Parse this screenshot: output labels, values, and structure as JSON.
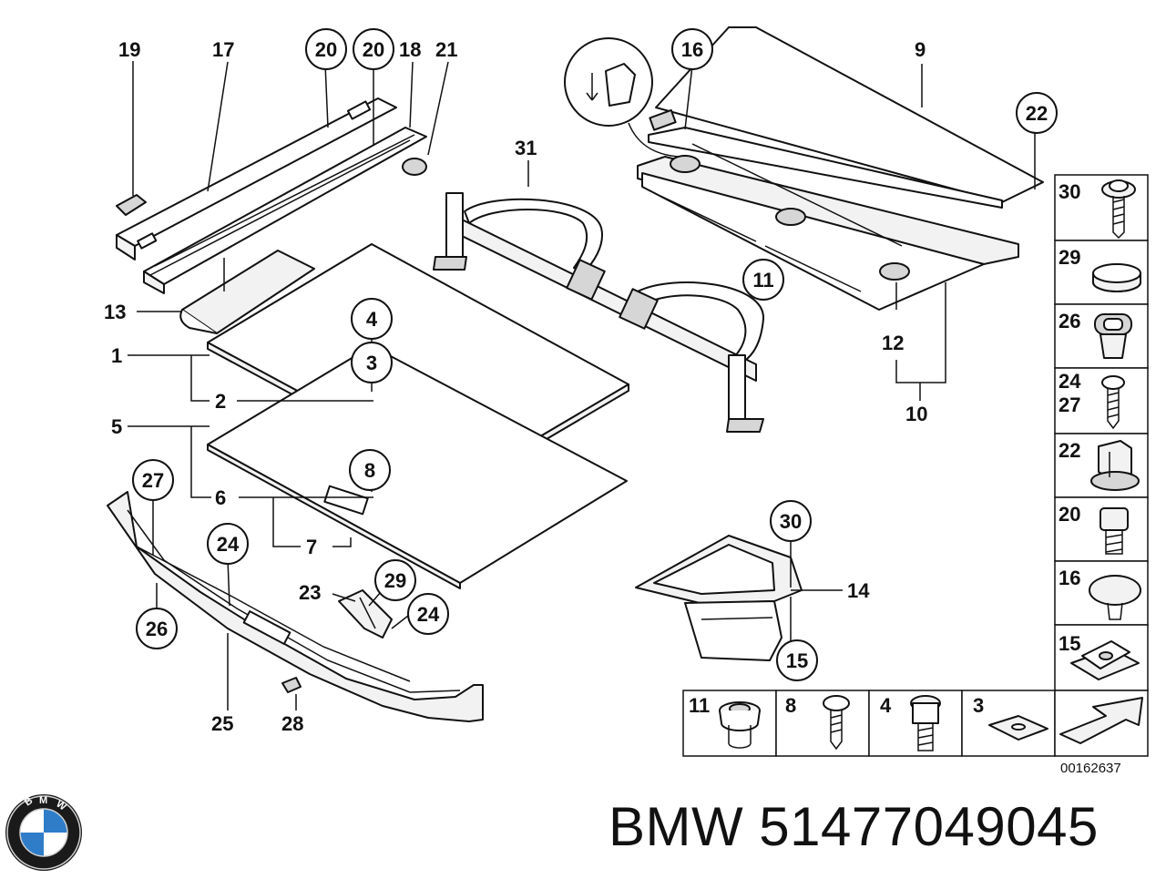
{
  "diagram": {
    "drawing_number": "00162637",
    "callouts_plain": [
      {
        "id": "c19",
        "text": "19"
      },
      {
        "id": "c17",
        "text": "17"
      },
      {
        "id": "c18",
        "text": "18"
      },
      {
        "id": "c21",
        "text": "21"
      },
      {
        "id": "c9",
        "text": "9"
      },
      {
        "id": "c31",
        "text": "31"
      },
      {
        "id": "c13",
        "text": "13"
      },
      {
        "id": "c1",
        "text": "1"
      },
      {
        "id": "c2",
        "text": "2"
      },
      {
        "id": "c5",
        "text": "5"
      },
      {
        "id": "c6",
        "text": "6"
      },
      {
        "id": "c7",
        "text": "7"
      },
      {
        "id": "c12",
        "text": "12"
      },
      {
        "id": "c10",
        "text": "10"
      },
      {
        "id": "c14",
        "text": "14"
      },
      {
        "id": "c23",
        "text": "23"
      },
      {
        "id": "c25",
        "text": "25"
      },
      {
        "id": "c28",
        "text": "28"
      }
    ],
    "callouts_circled": [
      {
        "id": "k20a",
        "text": "20"
      },
      {
        "id": "k20b",
        "text": "20"
      },
      {
        "id": "k16",
        "text": "16"
      },
      {
        "id": "k22",
        "text": "22"
      },
      {
        "id": "k11",
        "text": "11"
      },
      {
        "id": "k4",
        "text": "4"
      },
      {
        "id": "k3",
        "text": "3"
      },
      {
        "id": "k8",
        "text": "8"
      },
      {
        "id": "k27",
        "text": "27"
      },
      {
        "id": "k24a",
        "text": "24"
      },
      {
        "id": "k29",
        "text": "29"
      },
      {
        "id": "k24b",
        "text": "24"
      },
      {
        "id": "k26",
        "text": "26"
      },
      {
        "id": "k30",
        "text": "30"
      },
      {
        "id": "k15",
        "text": "15"
      }
    ],
    "fastener_table_right": [
      {
        "label": "30",
        "icon": "screw-flange-icon"
      },
      {
        "label": "29",
        "icon": "cap-plug-icon"
      },
      {
        "label": "26",
        "icon": "expanding-nut-icon"
      },
      {
        "label": "24\n27",
        "icon": "tapping-screw-icon"
      },
      {
        "label": "22",
        "icon": "hex-nut-icon"
      },
      {
        "label": "20",
        "icon": "hex-bolt-icon"
      },
      {
        "label": "16",
        "icon": "push-rivet-icon"
      },
      {
        "label": "15",
        "icon": "speed-nut-icon"
      }
    ],
    "fastener_table_bottom": [
      {
        "label": "11",
        "icon": "grommet-icon"
      },
      {
        "label": "8",
        "icon": "screw-icon"
      },
      {
        "label": "4",
        "icon": "stud-bolt-icon"
      },
      {
        "label": "3",
        "icon": "washer-plate-icon"
      },
      {
        "label": "",
        "icon": "arrow-direction-icon"
      }
    ]
  },
  "brand": {
    "logo_letters": "BMW",
    "caption": "BMW 51477049045"
  },
  "colors": {
    "line": "#111111",
    "logo_blue": "#2f7dc8",
    "logo_ring": "#1a1a1a"
  }
}
